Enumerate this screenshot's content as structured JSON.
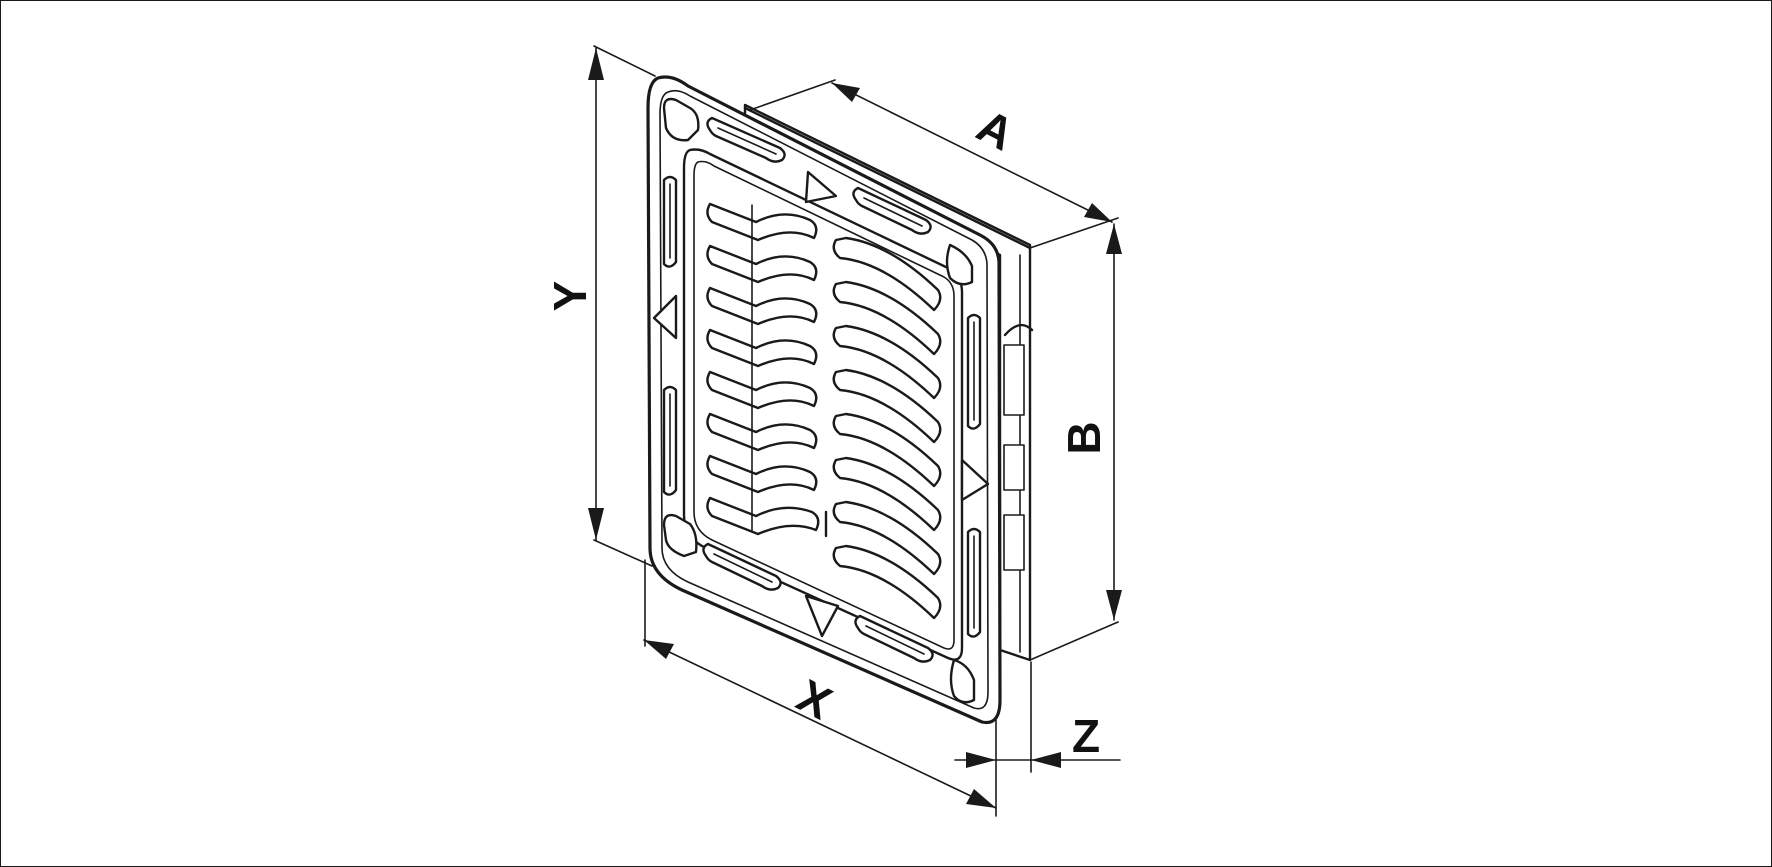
{
  "diagram": {
    "subject": "ventilation-grille",
    "labels": {
      "a": "A",
      "b": "B",
      "x": "X",
      "y": "Y",
      "z": "Z"
    },
    "colors": {
      "line": "#1a1a1a",
      "background": "#ffffff"
    }
  }
}
